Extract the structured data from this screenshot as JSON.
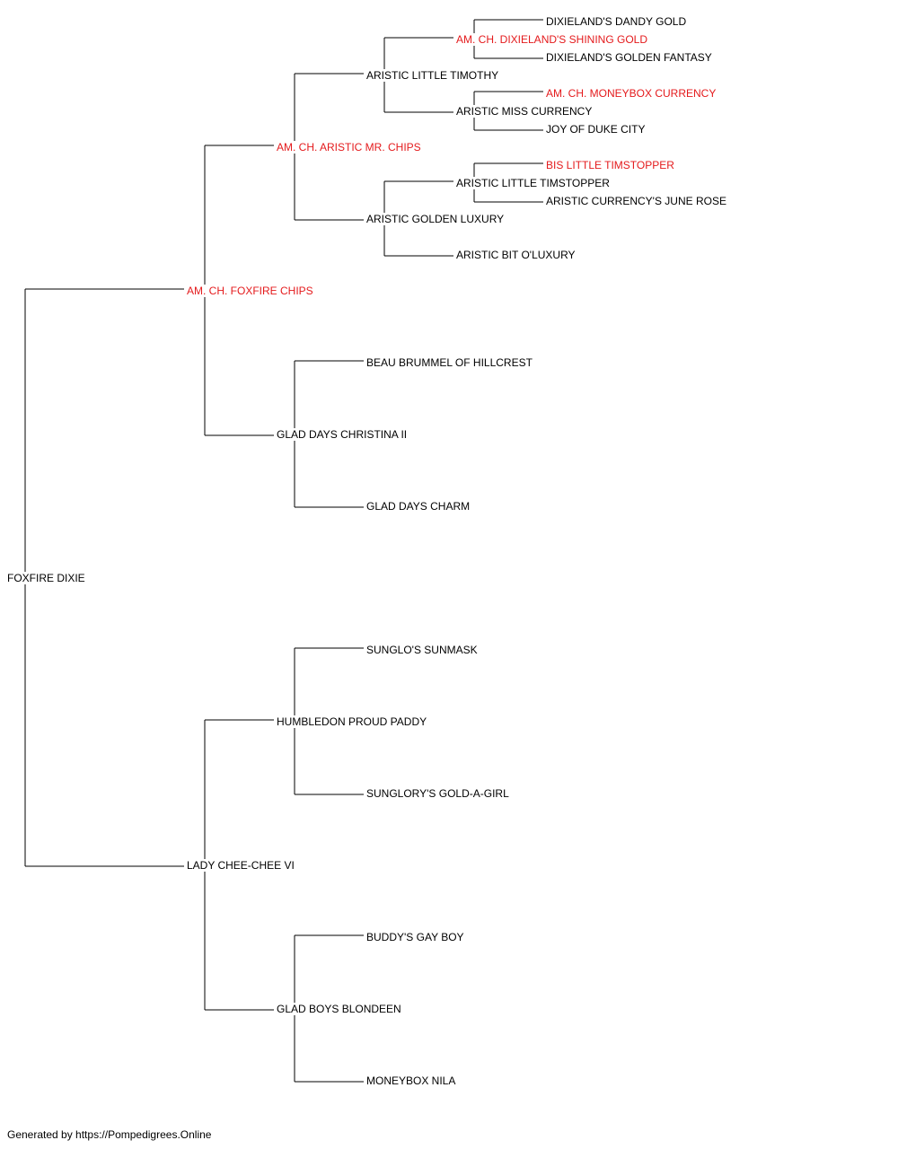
{
  "colors": {
    "champion": "#e41a1c",
    "normal": "#000000",
    "connector": "#000000"
  },
  "pedigree": {
    "subject": {
      "name": "FOXFIRE DIXIE",
      "champion": false
    },
    "sire": {
      "name": "AM. CH. FOXFIRE CHIPS",
      "champion": true
    },
    "dam": {
      "name": "LADY CHEE-CHEE VI",
      "champion": false
    },
    "sire_sire": {
      "name": "AM. CH. ARISTIC MR. CHIPS",
      "champion": true
    },
    "sire_dam": {
      "name": "GLAD DAYS CHRISTINA II",
      "champion": false
    },
    "dam_sire": {
      "name": "HUMBLEDON PROUD PADDY",
      "champion": false
    },
    "dam_dam": {
      "name": "GLAD BOYS BLONDEEN",
      "champion": false
    },
    "ss_sire": {
      "name": "ARISTIC LITTLE TIMOTHY",
      "champion": false
    },
    "ss_dam": {
      "name": "ARISTIC GOLDEN LUXURY",
      "champion": false
    },
    "sd_sire": {
      "name": "BEAU BRUMMEL OF HILLCREST",
      "champion": false
    },
    "sd_dam": {
      "name": "GLAD DAYS CHARM",
      "champion": false
    },
    "ds_sire": {
      "name": "SUNGLO'S SUNMASK",
      "champion": false
    },
    "ds_dam": {
      "name": "SUNGLORY'S GOLD-A-GIRL",
      "champion": false
    },
    "dd_sire": {
      "name": "BUDDY'S GAY BOY",
      "champion": false
    },
    "dd_dam": {
      "name": "MONEYBOX NILA",
      "champion": false
    },
    "sss_sire": {
      "name": "AM. CH. DIXIELAND'S SHINING GOLD",
      "champion": true
    },
    "sss_dam": {
      "name": "ARISTIC MISS CURRENCY",
      "champion": false
    },
    "ssd_sire": {
      "name": "ARISTIC LITTLE TIMSTOPPER",
      "champion": false
    },
    "ssd_dam": {
      "name": "ARISTIC BIT O'LUXURY",
      "champion": false
    },
    "ssss_sire": {
      "name": "DIXIELAND'S DANDY GOLD",
      "champion": false
    },
    "ssss_dam": {
      "name": "DIXIELAND'S GOLDEN FANTASY",
      "champion": false
    },
    "sssd_sire": {
      "name": "AM. CH. MONEYBOX CURRENCY",
      "champion": true
    },
    "sssd_dam": {
      "name": "JOY OF DUKE CITY",
      "champion": false
    },
    "ssds_sire": {
      "name": "BIS LITTLE TIMSTOPPER",
      "champion": true
    },
    "ssds_dam": {
      "name": "ARISTIC CURRENCY'S JUNE ROSE",
      "champion": false
    }
  },
  "footer": {
    "text": "Generated by https://Pompedigrees.Online"
  }
}
